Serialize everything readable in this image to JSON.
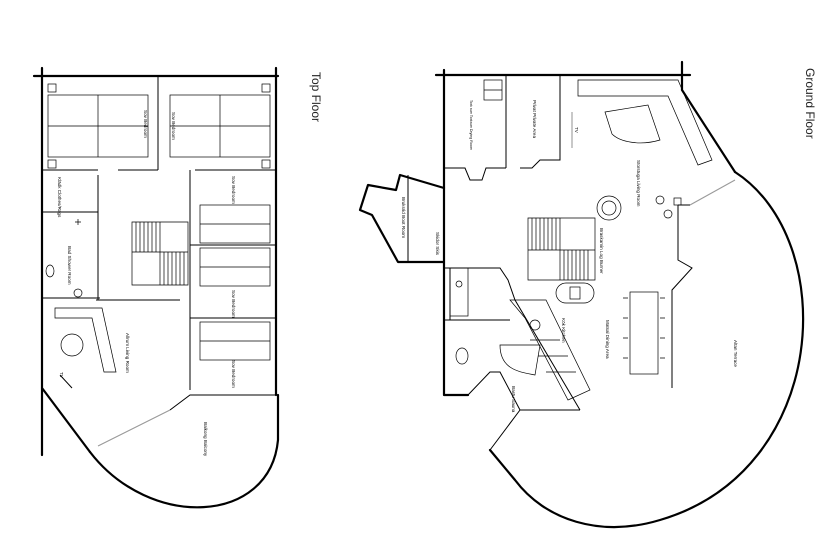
{
  "floors": {
    "top": {
      "title": "Top Floor",
      "rooms": {
        "bedroom_1": "Sov Bedroom",
        "bedroom_2": "Sov Bedroom",
        "bedroom_3": "Sov Bedroom",
        "bedroom_4": "Sov Bedroom",
        "bedroom_5": "Sov Bedroom",
        "closet": "Klädk Clothes/Rags",
        "shower": "Bad Shower Room",
        "living": "Allrum Living Room",
        "tv": "TV",
        "balcony": "Balkong Balcony"
      }
    },
    "ground": {
      "title": "Ground Floor",
      "rooms": {
        "drying": "Tork rum Torkrum Drying Room",
        "private": "Privat Private Area",
        "tv": "TV",
        "living": "Storstuga Living Room",
        "boot": "Bruksrid Boot Room",
        "skis": "Skidor Skis",
        "log_burner": "Braskamin Log Burner",
        "kitchen": "Kök Kitchen",
        "dining": "Matsal Dining Area",
        "sauna": "Bastu Sauna",
        "terrace": "Altan Terrace"
      }
    }
  }
}
